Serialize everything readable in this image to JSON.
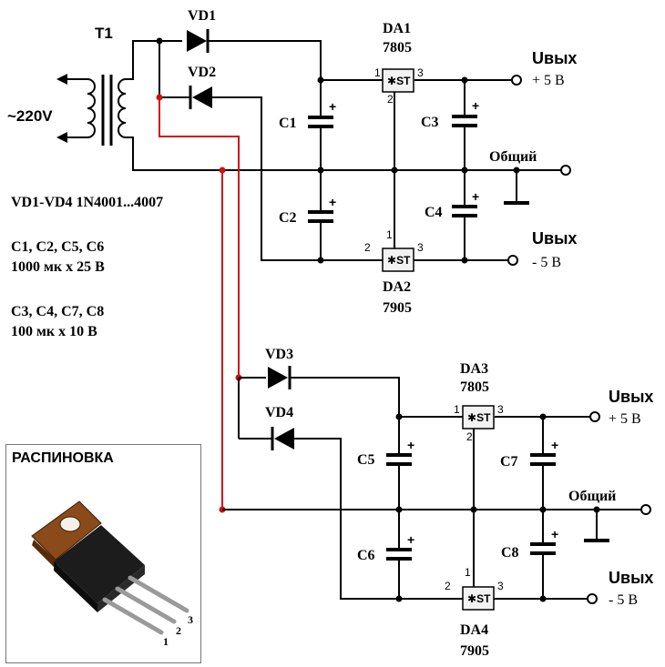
{
  "transformer": {
    "label": "T1",
    "input": "~220V"
  },
  "diodes": {
    "vd1": "VD1",
    "vd2": "VD2",
    "vd3": "VD3",
    "vd4": "VD4"
  },
  "capacitors": {
    "c1": "C1",
    "c2": "C2",
    "c3": "C3",
    "c4": "C4",
    "c5": "C5",
    "c6": "C6",
    "c7": "C7",
    "c8": "C8"
  },
  "regulators": {
    "da1": {
      "name": "DA1",
      "part": "7805"
    },
    "da2": {
      "name": "DA2",
      "part": "7905"
    },
    "da3": {
      "name": "DA3",
      "part": "7805"
    },
    "da4": {
      "name": "DA4",
      "part": "7905"
    },
    "chip_text": "ST"
  },
  "outputs": {
    "uout": "Uвых",
    "plus5": "+ 5 В",
    "minus5": "- 5 В",
    "common": "Общий"
  },
  "pins": {
    "p1": "1",
    "p2": "2",
    "p3": "3",
    "plus": "+"
  },
  "notes": {
    "diodes": "VD1-VD4   1N4001...4007",
    "caps_big_list": "C1, C2, C5, C6",
    "caps_big_value": "1000 мк х 25 В",
    "caps_small_list": "C3, C4, C7, C8",
    "caps_small_value": "100 мк х 10 В"
  },
  "pinout": {
    "title": "РАСПИНОВКА",
    "pin1": "1",
    "pin2": "2",
    "pin3": "3"
  }
}
